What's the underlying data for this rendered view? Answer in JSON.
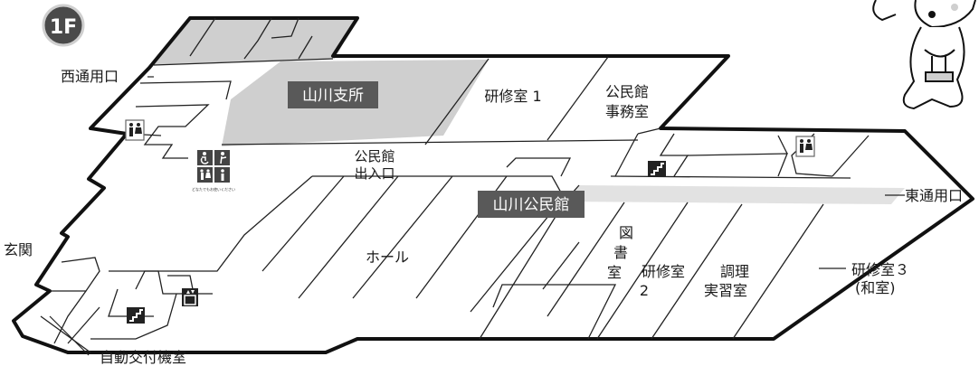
{
  "floor": {
    "badge": "1F"
  },
  "colors": {
    "outline": "#111111",
    "shaded": "#cfcfcf",
    "highlight_bg": "#595959",
    "corridor": "#e2e2e2",
    "badge_bg": "#4a4a4a"
  },
  "labels": {
    "west_entrance": "西通用口",
    "east_entrance": "東通用口",
    "branch_office": "山川支所",
    "training_room_1": "研修室 1",
    "community_center_office_l1": "公民館",
    "community_center_office_l2": "事務室",
    "community_center_entrance_l1": "公民館",
    "community_center_entrance_l2": "出入口",
    "community_center": "山川公民館",
    "hall": "ホール",
    "library_1": "図",
    "library_2": "書",
    "library_3": "室",
    "training_room_2_l1": "研修室",
    "training_room_2_l2": "2",
    "cooking_room_l1": "調理",
    "cooking_room_l2": "実習室",
    "training_room_3_l1": "研修室３",
    "training_room_3_l2": "(和室)",
    "entrance": "玄関",
    "auto_issue_room": "自動交付機室",
    "accessible_note": "どなたでもお使いください"
  },
  "icons": [
    "restroom-icon",
    "accessible-restroom-icon",
    "stairs-icon",
    "elevator-icon",
    "mascot-character"
  ]
}
